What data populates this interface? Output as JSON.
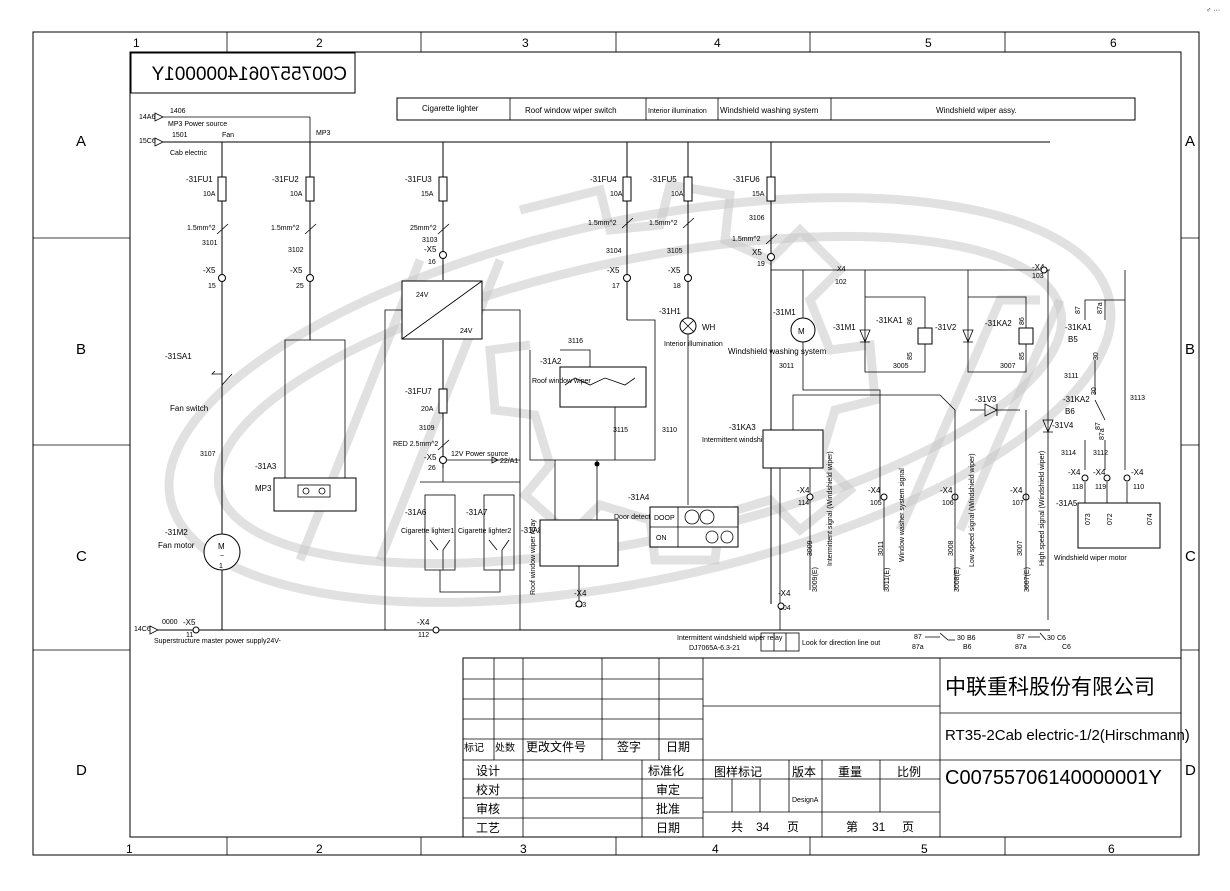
{
  "document_code_mirrored": "C0075570614000001Y",
  "columns": [
    "1",
    "2",
    "3",
    "4",
    "5",
    "6"
  ],
  "rows": [
    "A",
    "B",
    "C",
    "D"
  ],
  "corner_mark": "♂ ···",
  "section_headers": [
    "Cigarette lighter",
    "Roof window wiper switch",
    "Interior illumination",
    "Windshield washing system",
    "Windshield wiper assy."
  ],
  "inputs": {
    "mp3_code": "14A6",
    "mp3_wire": "1406",
    "mp3_label": "MP3 Power source",
    "mp3_node": "MP3",
    "fan_code": "15C6",
    "fan_wire": "1501",
    "fan_label": "Fan",
    "cab_label": "Cab electric",
    "ground_code": "14C6",
    "ground_wire": "0000",
    "ground_label": "Superstructure master power supply24V-"
  },
  "fuses": [
    {
      "id": "-31FU1",
      "rating": "10A",
      "wire_size": "1.5mm^2",
      "wire": "3101",
      "conn": "-X5",
      "pin": "15"
    },
    {
      "id": "-31FU2",
      "rating": "10A",
      "wire_size": "1.5mm^2",
      "wire": "3102",
      "conn": "-X5",
      "pin": "25"
    },
    {
      "id": "-31FU3",
      "rating": "15A",
      "wire_size": "25mm^2",
      "wire": "3103",
      "conn": "-X5",
      "pin": "16"
    },
    {
      "id": "-31FU4",
      "rating": "10A",
      "wire_size": "1.5mm^2",
      "wire": "3104",
      "conn": "-X5",
      "pin": "17"
    },
    {
      "id": "-31FU5",
      "rating": "10A",
      "wire_size": "1.5mm^2",
      "wire": "3105",
      "conn": "-X5",
      "pin": "18"
    },
    {
      "id": "-31FU6",
      "rating": "15A",
      "wire_size": "1.5mm^2",
      "wire": "3106",
      "conn": "X5",
      "pin": "19"
    },
    {
      "id": "-31FU7",
      "rating": "20A",
      "wire_size": "RED 2.5mm^2",
      "wire": "3109",
      "conn": "-X5",
      "pin": "26"
    }
  ],
  "components": {
    "sa1": "-31SA1",
    "sa1_name": "Fan switch",
    "w3107": "3107",
    "m2": "-31M2",
    "m2_name": "Fan motor",
    "m2_sym": "M",
    "m2_sub": "~",
    "m2_n": "1",
    "a3": "-31A3",
    "a3_name": "MP3",
    "conv_in": "24V",
    "conv_out": "24V",
    "a6": "-31A6",
    "a6_name": "Cigarette lighter1",
    "a7": "-31A7",
    "a7_name": "Cigarette lighter2",
    "a8": "-31A8",
    "a8_name": "Roof window wiper relay",
    "a2": "-31A2",
    "a2_name": "Roof window wiper",
    "w3116": "3116",
    "w3115": "3115",
    "w3110": "3110",
    "h1": "-31H1",
    "h1_name": "WH",
    "h1_note": "Interior illumination",
    "a4": "-31A4",
    "a4_door": "Door detection",
    "a4_r1": "DOOP",
    "a4_r2": "ON",
    "m1": "-31M1",
    "m1_sym": "M",
    "m1_name": "Windshield washing system",
    "w3011": "3011",
    "ka3": "-31KA3",
    "ka3_name": "Intermittent windshield wiper relay",
    "m1p": "-31M1",
    "ka1": "-31KA1",
    "ka1_t1": "86",
    "ka1_t2": "85",
    "w3005": "3005",
    "v2": "-31V2",
    "ka2": "-31KA2",
    "ka2_t1": "86",
    "ka2_t2": "85",
    "w3007": "3007",
    "v3": "-31V3",
    "v4": "-31V4",
    "ka1r": "-31KA1",
    "ka1r_b": "B5",
    "ka1r_87": "87",
    "ka1r_87a": "87a",
    "w3111": "3111",
    "w30a": "30",
    "w3113": "3113",
    "ka2r": "-31KA2",
    "ka2r_b": "B6",
    "ka2r_30": "30",
    "ka2r_87": "87",
    "ka2r_87a": "87a",
    "w3114": "3114",
    "w3112": "3112",
    "a5": "-31A5",
    "a5_name": "Windshield wiper motor",
    "a5_t1": "073",
    "a5_t2": "072",
    "a5_t3": "074",
    "x4_102": "X4",
    "x4_102n": "102",
    "x4_103": "-X4",
    "x4_103n": "103",
    "x4_118": "-X4",
    "x4_118n": "118",
    "x4_119": "-X4",
    "x4_119n": "119",
    "x4_110": "-X4",
    "x4_110n": "110",
    "x4_114": "-X4",
    "x4_114n": "114",
    "x4_105": "-X4",
    "x4_105n": "105",
    "x4_106": "-X4",
    "x4_106n": "106",
    "x4_107": "-X4",
    "x4_107n": "107",
    "x4_113": "-X4",
    "x4_113n": "113",
    "x4_104": "-X4",
    "x4_104n": "104",
    "x4_112": "-X4",
    "x4_112n": "112",
    "x5_11": "-X5",
    "x5_11n": "11",
    "sig1": "Intermittent signal (Windshield wiper)",
    "sig2": "Window washer system signal",
    "sig3": "Low speed signal (Windshield wiper)",
    "sig4": "High speed signal (Windshield wiper)",
    "w3009": "3009",
    "w3011b": "3011",
    "w3008": "3008",
    "w3007b": "3007",
    "p1": "3009(E)",
    "p2": "3011(E)",
    "p3": "3008(E)",
    "p4": "3007(E)",
    "ps_note": "12V Power source",
    "ps_ref": "22/A1",
    "conn_ref": "Intermittent windshield wiper relay",
    "conn_part": "DJ7065A-6.3-21",
    "conn_note": "Look for direction line out",
    "b6_a": "87",
    "b6_b": "87a",
    "b6_c": "30",
    "b6_l": "B6",
    "b6_s": "B6",
    "c6_a": "87",
    "c6_b": "87a",
    "c6_c": "30",
    "c6_l": "C6",
    "c6_s": "C6"
  },
  "title_block": {
    "company": "中联重科股份有限公司",
    "title": "RT35-2Cab electric-1/2(Hirschmann)",
    "code": "C00755706140000001Y",
    "rev_headers": [
      "标记",
      "处数",
      "更改文件号",
      "签字",
      "日期"
    ],
    "roles": [
      "设计",
      "校对",
      "审核",
      "工艺"
    ],
    "roles2": [
      "标准化",
      "审定",
      "批准",
      "日期"
    ],
    "meta_headers": [
      "图样标记",
      "版本",
      "重量",
      "比例"
    ],
    "version": "DesignA",
    "total_prefix": "共",
    "total": "34",
    "total_suffix": "页",
    "sheet_prefix": "第",
    "sheet": "31",
    "sheet_suffix": "页"
  }
}
